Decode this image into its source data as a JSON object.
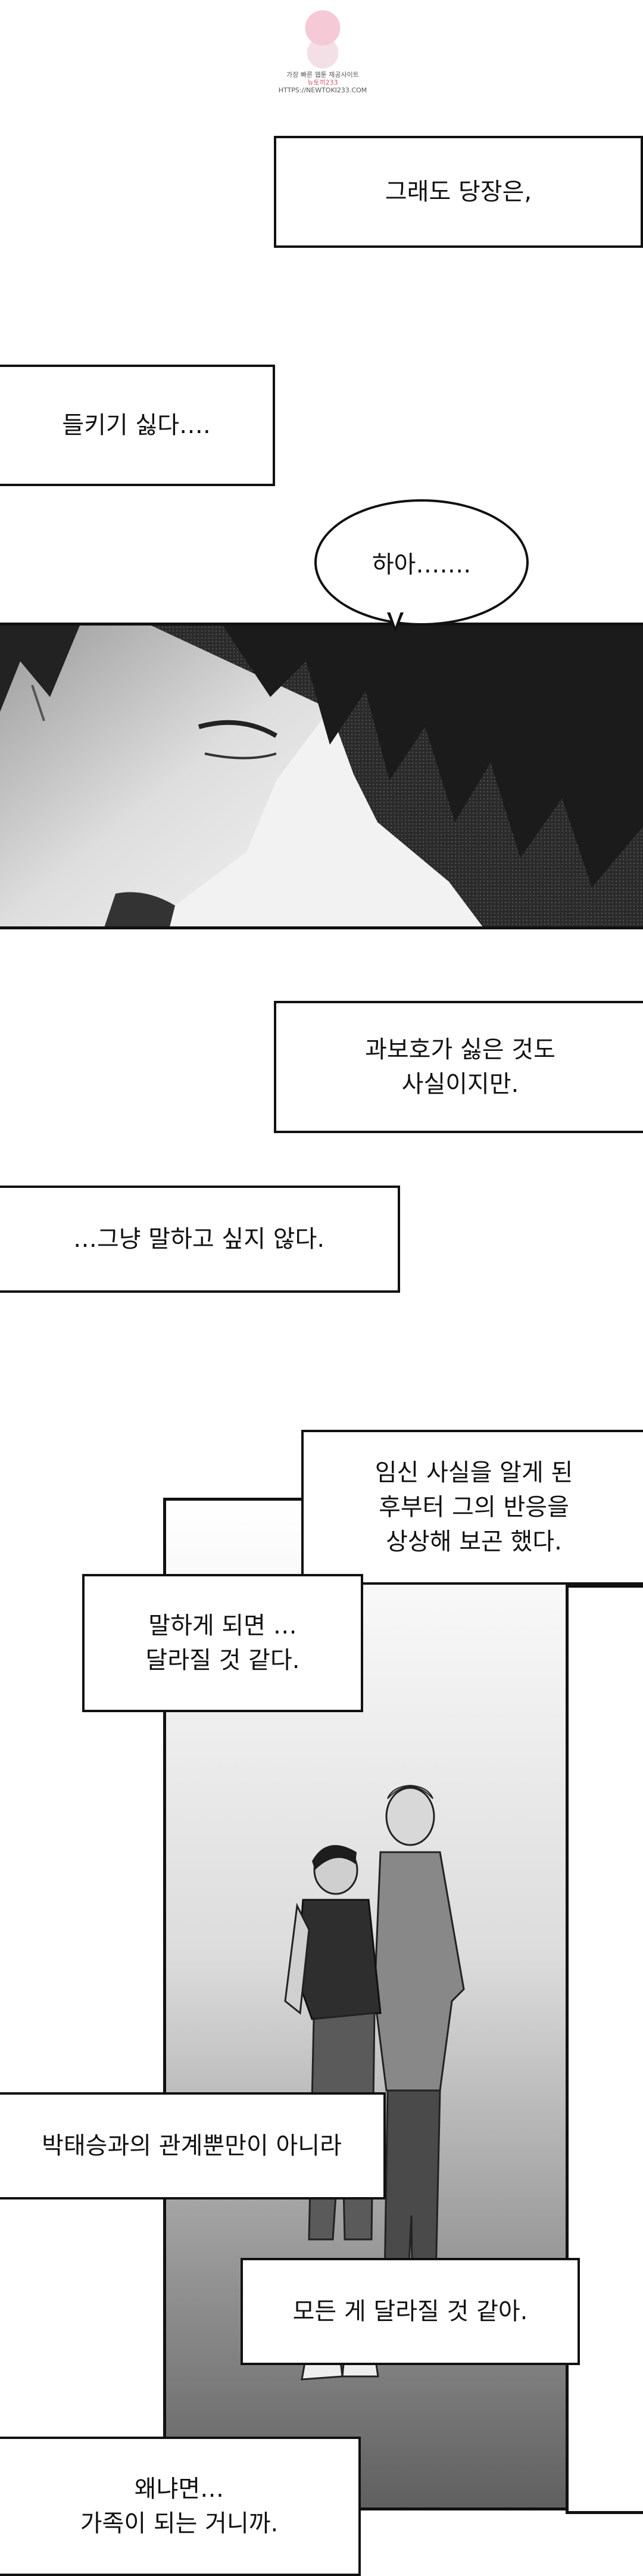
{
  "watermark": {
    "line1": "가장 빠른 웹툰 제공사이트",
    "line2": "뉴토끼233",
    "line3": "HTTPS://NEWTOKI233.COM"
  },
  "captions": [
    {
      "lines": [
        "그래도 당장은,"
      ]
    },
    {
      "lines": [
        "들키기 싫다…."
      ]
    },
    {
      "lines": [
        "과보호가 싫은 것도",
        "사실이지만."
      ]
    },
    {
      "lines": [
        "…그냥 말하고 싶지 않다."
      ]
    },
    {
      "lines": [
        "임신 사실을 알게 된",
        "후부터 그의 반응을",
        "상상해 보곤 했다."
      ]
    },
    {
      "lines": [
        "말하게 되면 …",
        "달라질 것 같다."
      ]
    },
    {
      "lines": [
        "박태승과의 관계뿐만이 아니라"
      ]
    },
    {
      "lines": [
        "모든 게 달라질 것 같아."
      ]
    },
    {
      "lines": [
        "왜냐면…",
        "가족이 되는 거니까."
      ]
    }
  ],
  "speech": {
    "text": "하아……."
  }
}
